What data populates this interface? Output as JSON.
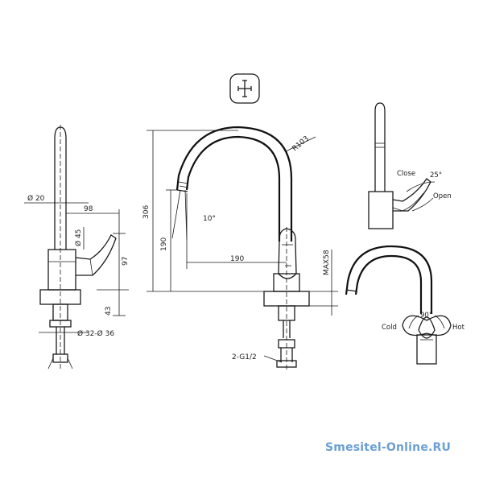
{
  "dimensions": {
    "d20": "Ø 20",
    "d98": "98",
    "d45": "Ø 45",
    "d97": "97",
    "d43": "43",
    "d3236": "Ø 32-Ø 36",
    "d306": "306",
    "d190v": "190",
    "d190h": "190",
    "d10": "10°",
    "r103": "R103",
    "max58": "MAX58",
    "g12": "2-G1/2"
  },
  "annotations": {
    "close": "Close",
    "angle25": "25°",
    "open": "Open",
    "cold": "Cold",
    "angle90": "90°",
    "hot": "Hot"
  },
  "watermark": "Smesitel-Online.RU",
  "colors": {
    "watermark": "#6a9fd4",
    "line": "#1a1a1a"
  }
}
